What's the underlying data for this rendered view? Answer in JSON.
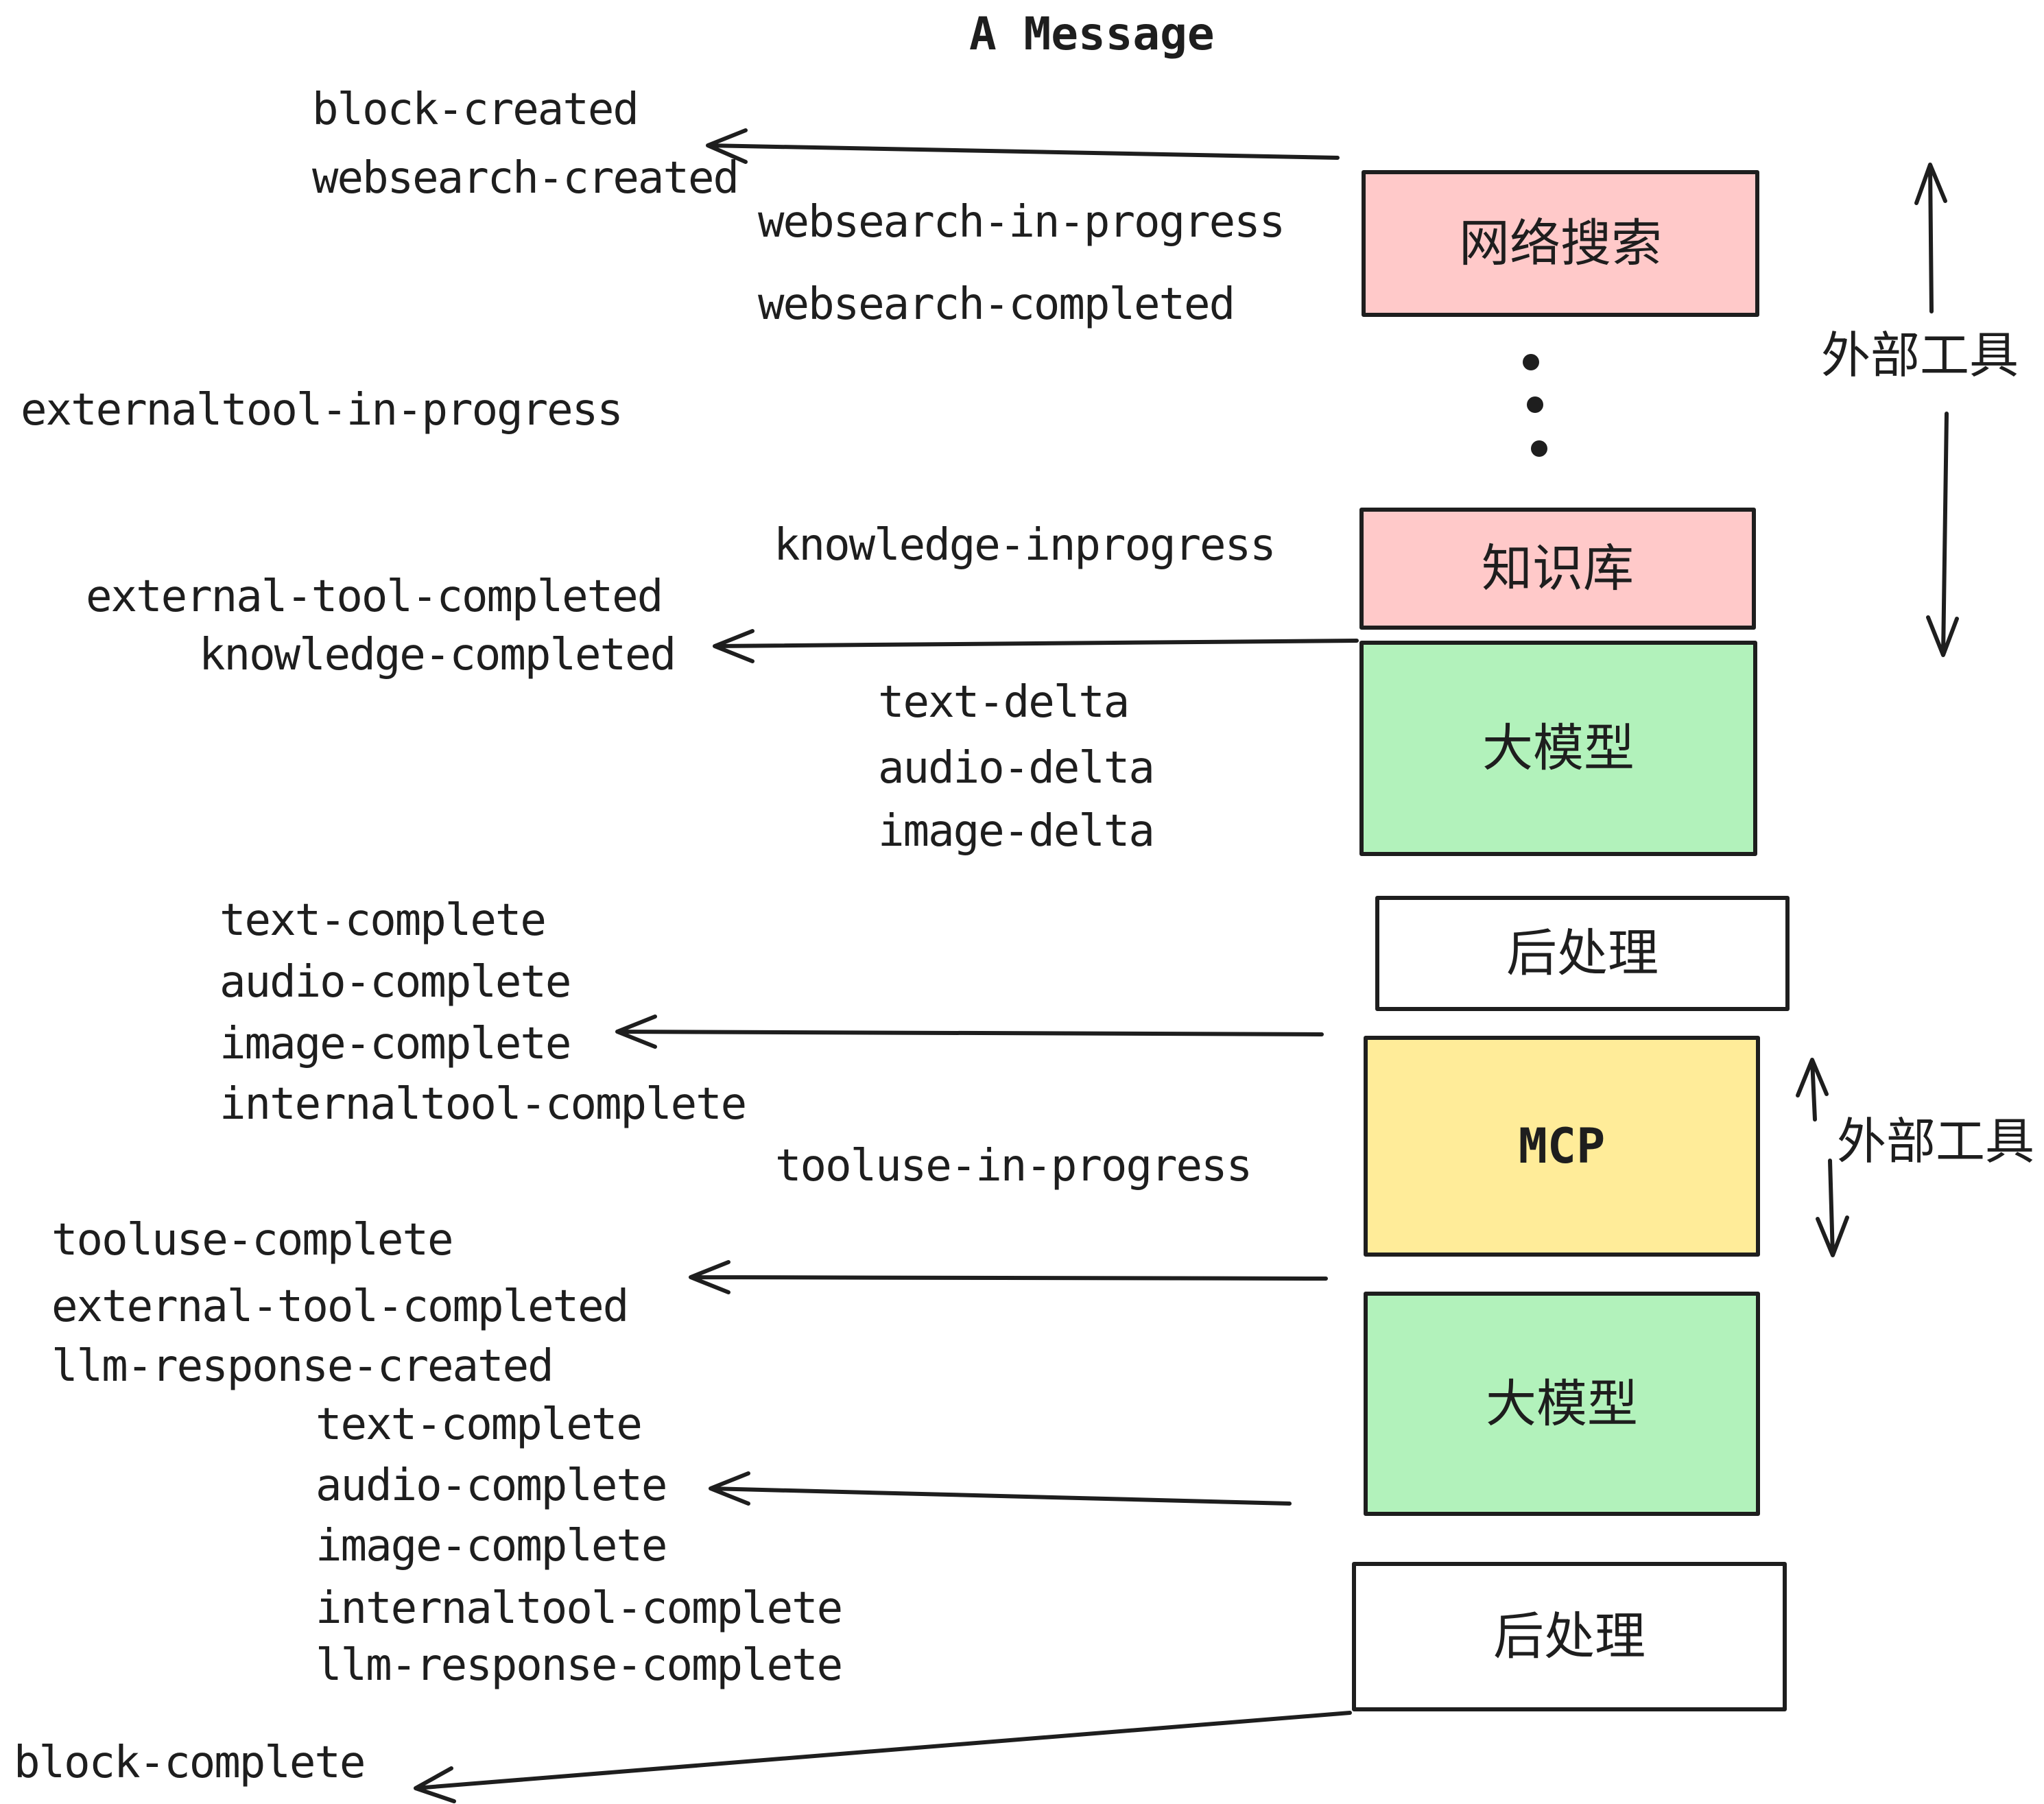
{
  "title": "A Message",
  "palette": {
    "ink": "#1e1e1e",
    "pink": "#ffc9c9",
    "green": "#b2f2bb",
    "yellow": "#ffec99",
    "white": "#ffffff"
  },
  "boxes": [
    {
      "id": "websearch",
      "label": "网络搜索",
      "color": "#ffc9c9"
    },
    {
      "id": "knowledge",
      "label": "知识库",
      "color": "#ffc9c9"
    },
    {
      "id": "llm1",
      "label": "大模型",
      "color": "#b2f2bb"
    },
    {
      "id": "post1",
      "label": "后处理",
      "color": "#ffffff"
    },
    {
      "id": "mcp",
      "label": "MCP",
      "color": "#ffec99"
    },
    {
      "id": "llm2",
      "label": "大模型",
      "color": "#b2f2bb"
    },
    {
      "id": "post2",
      "label": "后处理",
      "color": "#ffffff"
    }
  ],
  "events": [
    {
      "text": "block-created"
    },
    {
      "text": "websearch-created"
    },
    {
      "text": "websearch-in-progress"
    },
    {
      "text": "websearch-completed"
    },
    {
      "text": "externaltool-in-progress"
    },
    {
      "text": "knowledge-inprogress"
    },
    {
      "text": "external-tool-completed"
    },
    {
      "text": "knowledge-completed"
    },
    {
      "text": "text-delta"
    },
    {
      "text": "audio-delta"
    },
    {
      "text": "image-delta"
    },
    {
      "text": "text-complete"
    },
    {
      "text": "audio-complete"
    },
    {
      "text": "image-complete"
    },
    {
      "text": "internaltool-complete"
    },
    {
      "text": "tooluse-in-progress"
    },
    {
      "text": "tooluse-complete"
    },
    {
      "text": "external-tool-completed"
    },
    {
      "text": "llm-response-created"
    },
    {
      "text": "text-complete"
    },
    {
      "text": "audio-complete"
    },
    {
      "text": "image-complete"
    },
    {
      "text": "internaltool-complete"
    },
    {
      "text": "llm-response-complete"
    },
    {
      "text": "block-complete"
    }
  ],
  "side_labels": [
    {
      "text": "外部工具"
    },
    {
      "text": "外部工具"
    }
  ]
}
